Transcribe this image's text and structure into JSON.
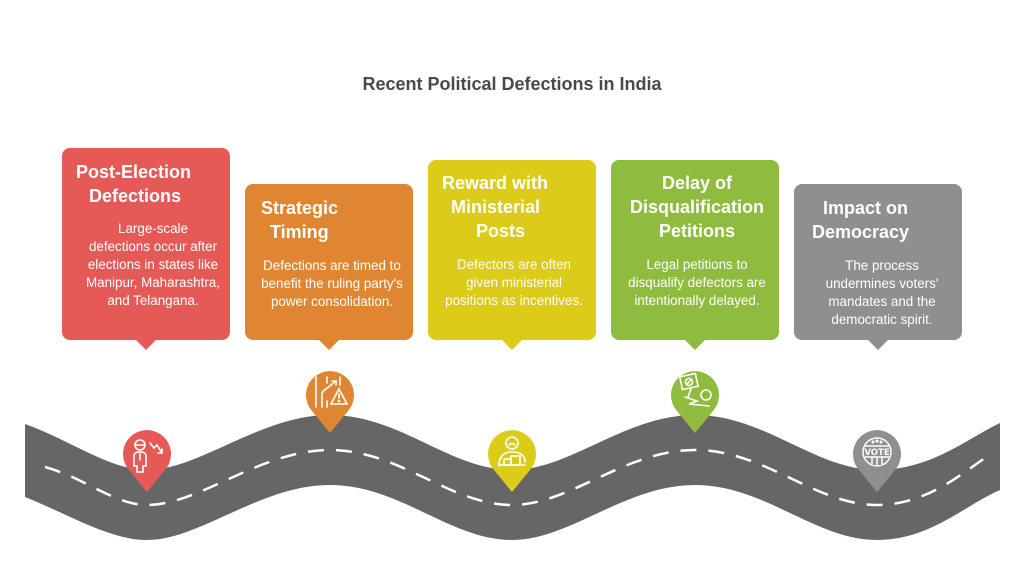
{
  "title": "Recent Political Defections in India",
  "colors": {
    "red": "#e55a56",
    "orange": "#e08633",
    "yellow": "#dccb18",
    "green": "#8fbc3f",
    "gray": "#8f8f8f",
    "road": "#666666",
    "title": "#4a4a4a"
  },
  "steps": [
    {
      "title": "Post-Election Defections",
      "title_lines": [
        "Post-Election",
        "Defections"
      ],
      "description": "Large-scale defections occur after elections in states like Manipur, Maharashtra, and Telangana.",
      "icon": "person-decline-icon",
      "color": "red"
    },
    {
      "title": "Strategic Timing",
      "title_lines": [
        "Strategic",
        "Timing"
      ],
      "description": "Defections are timed to benefit the ruling party's power consolidation.",
      "icon": "road-warning-icon",
      "color": "orange"
    },
    {
      "title": "Reward with Ministerial Posts",
      "title_lines": [
        "Reward with",
        "Ministerial",
        "Posts"
      ],
      "description": "Defectors are often given ministerial positions as incentives.",
      "icon": "person-podium-icon",
      "color": "yellow"
    },
    {
      "title": "Delay of Disqualification Petitions",
      "title_lines": [
        "Delay of",
        "Disqualification",
        "Petitions"
      ],
      "description": "Legal petitions to disqualify defectors are intentionally delayed.",
      "icon": "protest-sign-icon",
      "color": "green"
    },
    {
      "title": "Impact on Democracy",
      "title_lines": [
        "Impact on",
        "Democracy"
      ],
      "description": "The process undermines voters' mandates and the democratic spirit.",
      "icon": "vote-badge-icon",
      "color": "gray"
    }
  ]
}
